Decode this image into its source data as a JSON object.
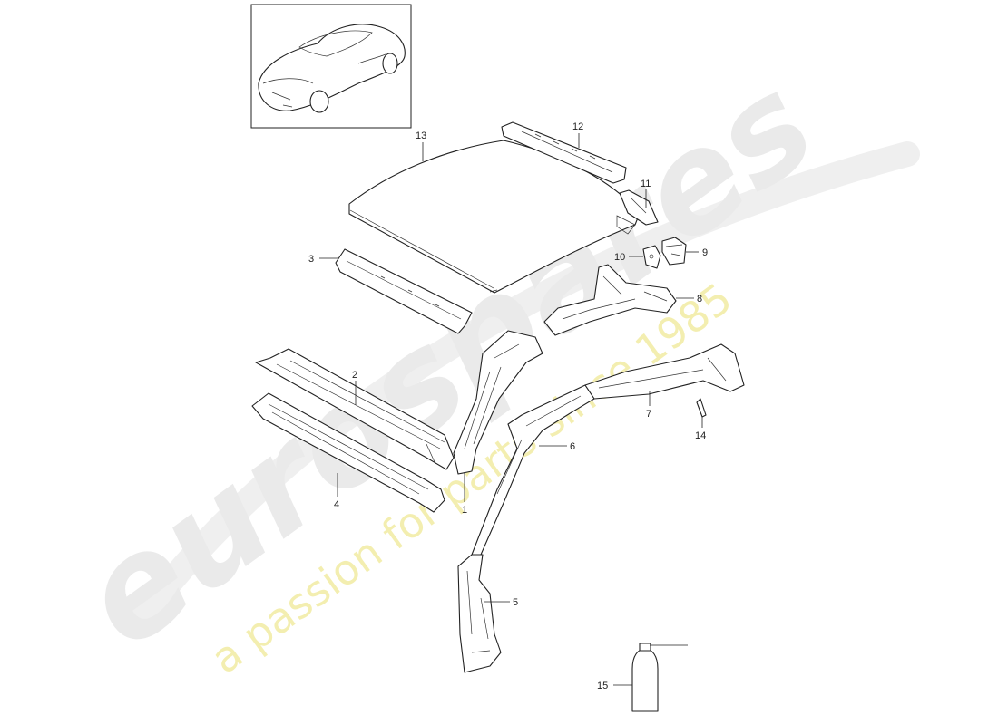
{
  "watermark": {
    "brand": "eurospares",
    "tagline": "a passion for parts since 1985",
    "brand_color": "#e6e6e6",
    "tagline_color": "#f3eea0"
  },
  "thumbnail": {
    "icon": "car-icon"
  },
  "callouts": [
    {
      "id": "1",
      "label": "1"
    },
    {
      "id": "2",
      "label": "2"
    },
    {
      "id": "3",
      "label": "3"
    },
    {
      "id": "4",
      "label": "4"
    },
    {
      "id": "5",
      "label": "5"
    },
    {
      "id": "6",
      "label": "6"
    },
    {
      "id": "7",
      "label": "7"
    },
    {
      "id": "8",
      "label": "8"
    },
    {
      "id": "9",
      "label": "9"
    },
    {
      "id": "10",
      "label": "10"
    },
    {
      "id": "11",
      "label": "11"
    },
    {
      "id": "12",
      "label": "12"
    },
    {
      "id": "13",
      "label": "13"
    },
    {
      "id": "14",
      "label": "14"
    },
    {
      "id": "15",
      "label": "15"
    }
  ]
}
